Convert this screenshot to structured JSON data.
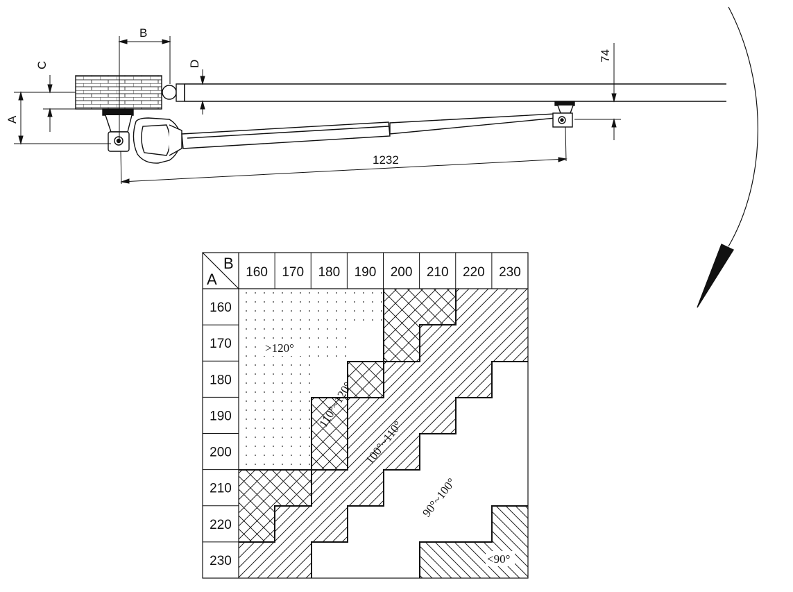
{
  "drawing": {
    "dim_labels": {
      "A": "A",
      "B": "B",
      "C": "C",
      "D": "D",
      "offset": "74",
      "length": "1232"
    }
  },
  "table": {
    "corner_row_label": "A",
    "corner_col_label": "B",
    "columns": [
      "160",
      "170",
      "180",
      "190",
      "200",
      "210",
      "220",
      "230"
    ],
    "rows": [
      "160",
      "170",
      "180",
      "190",
      "200",
      "210",
      "220",
      "230"
    ],
    "zones": [
      {
        "id": "gt120",
        "label": ">120°"
      },
      {
        "id": "110-120",
        "label": "110°~120°"
      },
      {
        "id": "100-110",
        "label": "100°~110°"
      },
      {
        "id": "90-100",
        "label": "90°~100°"
      },
      {
        "id": "lt90",
        "label": "<90°"
      }
    ]
  }
}
